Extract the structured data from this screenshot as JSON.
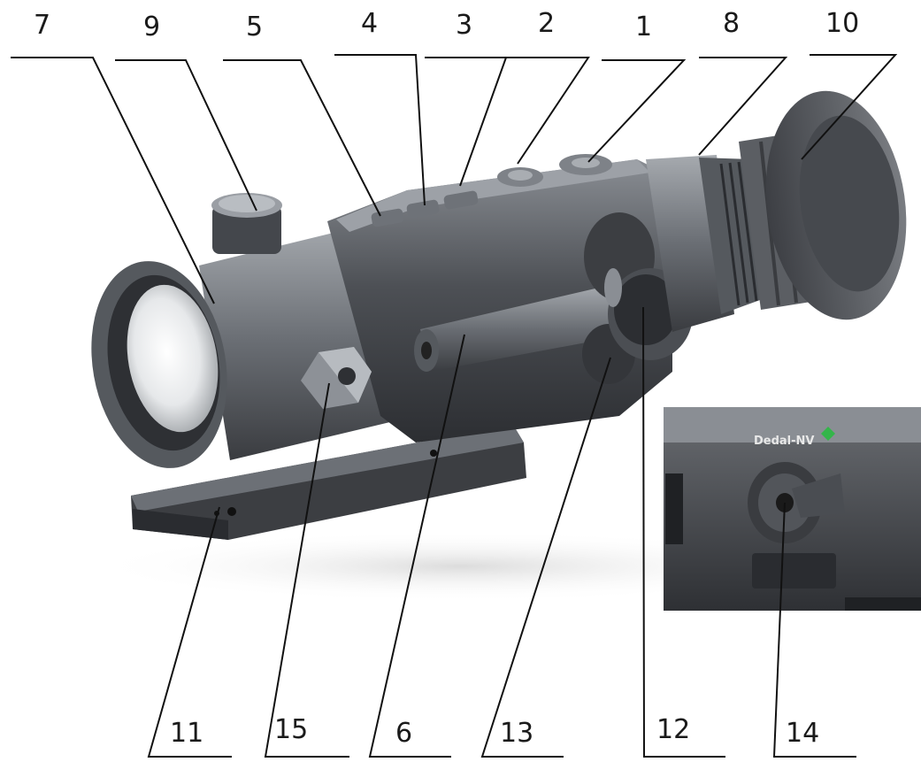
{
  "figure": {
    "callouts": [
      "7",
      "9",
      "5",
      "4",
      "3",
      "2",
      "1",
      "8",
      "10",
      "11",
      "15",
      "6",
      "13",
      "12",
      "14"
    ],
    "inset_logo_text": "Dedal-NV",
    "colors": {
      "body": "#4a4d52",
      "body_dark": "#2e3034",
      "body_light": "#7b7f85",
      "inset_bg": "#3a3c40",
      "logo_accent": "#34b54a",
      "leader": "#111111"
    }
  }
}
